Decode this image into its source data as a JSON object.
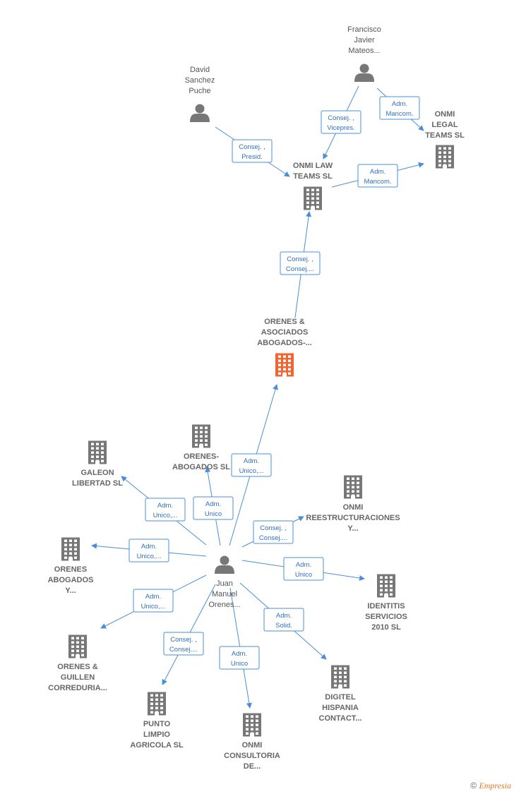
{
  "colors": {
    "edge": "#4a8fd6",
    "node": "#777777",
    "focus": "#f26430"
  },
  "nodes": [
    {
      "id": "francisco",
      "kind": "person",
      "lines": [
        "Francisco",
        "Javier",
        "Mateos..."
      ]
    },
    {
      "id": "david",
      "kind": "person",
      "lines": [
        "David",
        "Sanchez",
        "Puche"
      ]
    },
    {
      "id": "onmi_legal",
      "kind": "company",
      "lines": [
        "ONMI",
        "LEGAL",
        "TEAMS  SL"
      ]
    },
    {
      "id": "onmi_law",
      "kind": "company",
      "lines": [
        "ONMI LAW",
        "TEAMS  SL"
      ]
    },
    {
      "id": "orenes_asoc",
      "kind": "focus",
      "lines": [
        "ORENES &",
        "ASOCIADOS",
        "ABOGADOS-..."
      ]
    },
    {
      "id": "orenes_abog_sl",
      "kind": "company",
      "lines": [
        "ORENES-",
        "ABOGADOS SL"
      ]
    },
    {
      "id": "galeon",
      "kind": "company",
      "lines": [
        "GALEON",
        "LIBERTAD SL"
      ]
    },
    {
      "id": "onmi_reest",
      "kind": "company",
      "lines": [
        "ONMI",
        "REESTRUCTURACIONES",
        "Y..."
      ]
    },
    {
      "id": "orenes_abog_y",
      "kind": "company",
      "lines": [
        "ORENES",
        "ABOGADOS",
        "Y..."
      ]
    },
    {
      "id": "juan",
      "kind": "person",
      "lines": [
        "Juan",
        "Manuel",
        "Orenes..."
      ]
    },
    {
      "id": "identitis",
      "kind": "company",
      "lines": [
        "IDENTITIS",
        "SERVICIOS",
        "2010 SL"
      ]
    },
    {
      "id": "orenes_guillen",
      "kind": "company",
      "lines": [
        "ORENES &",
        "GUILLEN",
        "CORREDURIA..."
      ]
    },
    {
      "id": "digitel",
      "kind": "company",
      "lines": [
        "DIGITEL",
        "HISPANIA",
        "CONTACT..."
      ]
    },
    {
      "id": "punto",
      "kind": "company",
      "lines": [
        "PUNTO",
        "LIMPIO",
        "AGRICOLA SL"
      ]
    },
    {
      "id": "onmi_cons",
      "kind": "company",
      "lines": [
        "ONMI",
        "CONSULTORIA",
        "DE..."
      ]
    }
  ],
  "edges": [
    {
      "from": "francisco",
      "to": "onmi_law",
      "label": [
        "Consej. ,",
        "Vicepres."
      ]
    },
    {
      "from": "francisco",
      "to": "onmi_legal",
      "label": [
        "Adm.",
        "Mancom."
      ]
    },
    {
      "from": "david",
      "to": "onmi_law",
      "label": [
        "Consej. ,",
        "Presid."
      ]
    },
    {
      "from": "onmi_law",
      "to": "onmi_legal",
      "label": [
        "Adm.",
        "Mancom."
      ]
    },
    {
      "from": "orenes_asoc",
      "to": "onmi_law",
      "label": [
        "Consej. ,",
        "Consej...."
      ]
    },
    {
      "from": "juan",
      "to": "orenes_asoc",
      "label": [
        "Adm.",
        "Unico,..."
      ]
    },
    {
      "from": "juan",
      "to": "orenes_abog_sl",
      "label": [
        "Adm.",
        "Unico"
      ]
    },
    {
      "from": "juan",
      "to": "galeon",
      "label": [
        "Adm.",
        "Unico,..."
      ]
    },
    {
      "from": "juan",
      "to": "onmi_reest",
      "label": [
        "Consej. ,",
        "Consej...."
      ]
    },
    {
      "from": "juan",
      "to": "orenes_abog_y",
      "label": [
        "Adm.",
        "Unico,..."
      ]
    },
    {
      "from": "juan",
      "to": "identitis",
      "label": [
        "Adm.",
        "Unico"
      ]
    },
    {
      "from": "juan",
      "to": "orenes_guillen",
      "label": [
        "Adm.",
        "Unico,..."
      ]
    },
    {
      "from": "juan",
      "to": "digitel",
      "label": [
        "Adm.",
        "Solid."
      ]
    },
    {
      "from": "juan",
      "to": "punto",
      "label": [
        "Consej. ,",
        "Consej...."
      ]
    },
    {
      "from": "juan",
      "to": "onmi_cons",
      "label": [
        "Adm.",
        "Unico"
      ]
    }
  ],
  "footer": {
    "symbol": "©",
    "brand": "Empresia"
  }
}
